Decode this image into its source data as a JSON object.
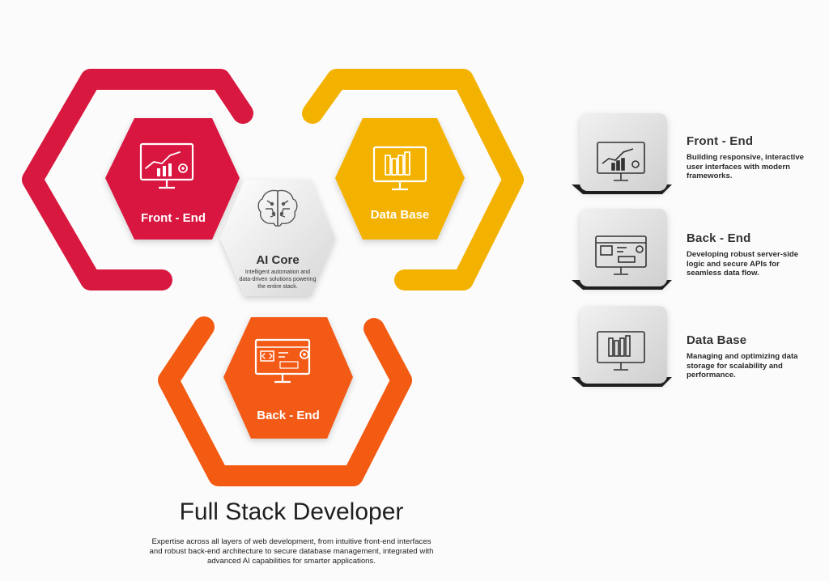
{
  "colors": {
    "front_end": "#d9183f",
    "data_base": "#f4b200",
    "back_end": "#f35a12",
    "core": "#e9e9e9",
    "card": "#dedede",
    "icon": "#333333"
  },
  "hexagons": {
    "front_end": {
      "label": "Front - End",
      "icon": "analytics-monitor-icon"
    },
    "data_base": {
      "label": "Data Base",
      "icon": "database-monitor-icon"
    },
    "back_end": {
      "label": "Back - End",
      "icon": "code-monitor-icon"
    }
  },
  "core": {
    "title": "AI Core",
    "icon": "brain-icon",
    "description_lines": [
      "Intelligent automation and",
      "data-driven solutions powering",
      "the entire stack."
    ]
  },
  "side_items": [
    {
      "title": "Front - End",
      "icon": "analytics-monitor-icon",
      "description": "Building responsive, interactive user interfaces with modern frameworks."
    },
    {
      "title": "Back - End",
      "icon": "code-monitor-icon",
      "description": "Developing robust server-side logic and secure APIs for seamless data flow."
    },
    {
      "title": "Data Base",
      "icon": "database-monitor-icon",
      "description": "Managing and optimizing data storage for scalability and performance."
    }
  ],
  "footer": {
    "title": "Full Stack Developer",
    "description": "Expertise across all layers of web development, from intuitive front-end interfaces and robust back-end architecture to secure database management, integrated with advanced AI capabilities for smarter applications."
  }
}
